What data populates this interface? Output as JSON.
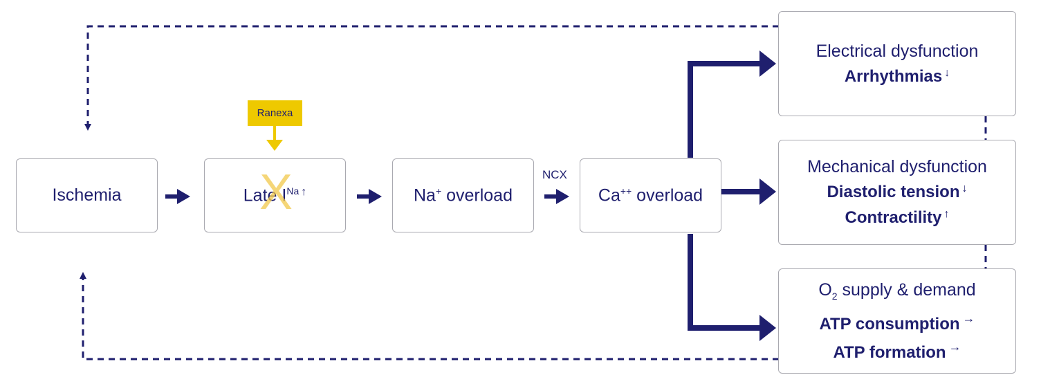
{
  "nodes": {
    "ischemia": "Ischemia",
    "late_ina": {
      "prefix": "Late I",
      "sub": "Na",
      "indicator": "↑"
    },
    "na_overload": {
      "prefix": "Na",
      "sup": "+",
      "suffix": " overload"
    },
    "ca_overload": {
      "prefix": "Ca",
      "sup": "++",
      "suffix": " overload"
    }
  },
  "drug": {
    "label": "Ranexa",
    "effect_mark": "X"
  },
  "exchanger_label": "NCX",
  "outcomes": {
    "electrical": {
      "title": "Electrical dysfunction",
      "line1": "Arrhythmias",
      "line1_indicator": "↓"
    },
    "mechanical": {
      "title": "Mechanical dysfunction",
      "line1": "Diastolic tension",
      "line1_indicator": "↓",
      "line2": "Contractility",
      "line2_indicator": "↑"
    },
    "energetic": {
      "title_prefix": "O",
      "title_sub": "2",
      "title_suffix": " supply & demand",
      "line1": "ATP consumption",
      "line1_indicator": "→",
      "line2": "ATP formation",
      "line2_indicator": "→"
    }
  },
  "colors": {
    "primary": "#1f1f6e",
    "drug": "#eec900",
    "cross": "#f2c94c",
    "border": "#a9a9b0"
  }
}
